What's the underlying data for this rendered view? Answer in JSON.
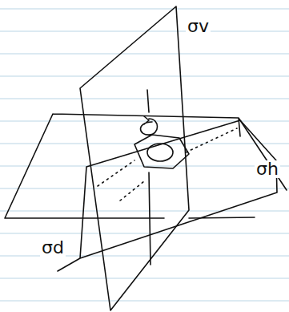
{
  "diagram": {
    "labels": [
      "σv",
      "σh",
      "σd"
    ]
  }
}
